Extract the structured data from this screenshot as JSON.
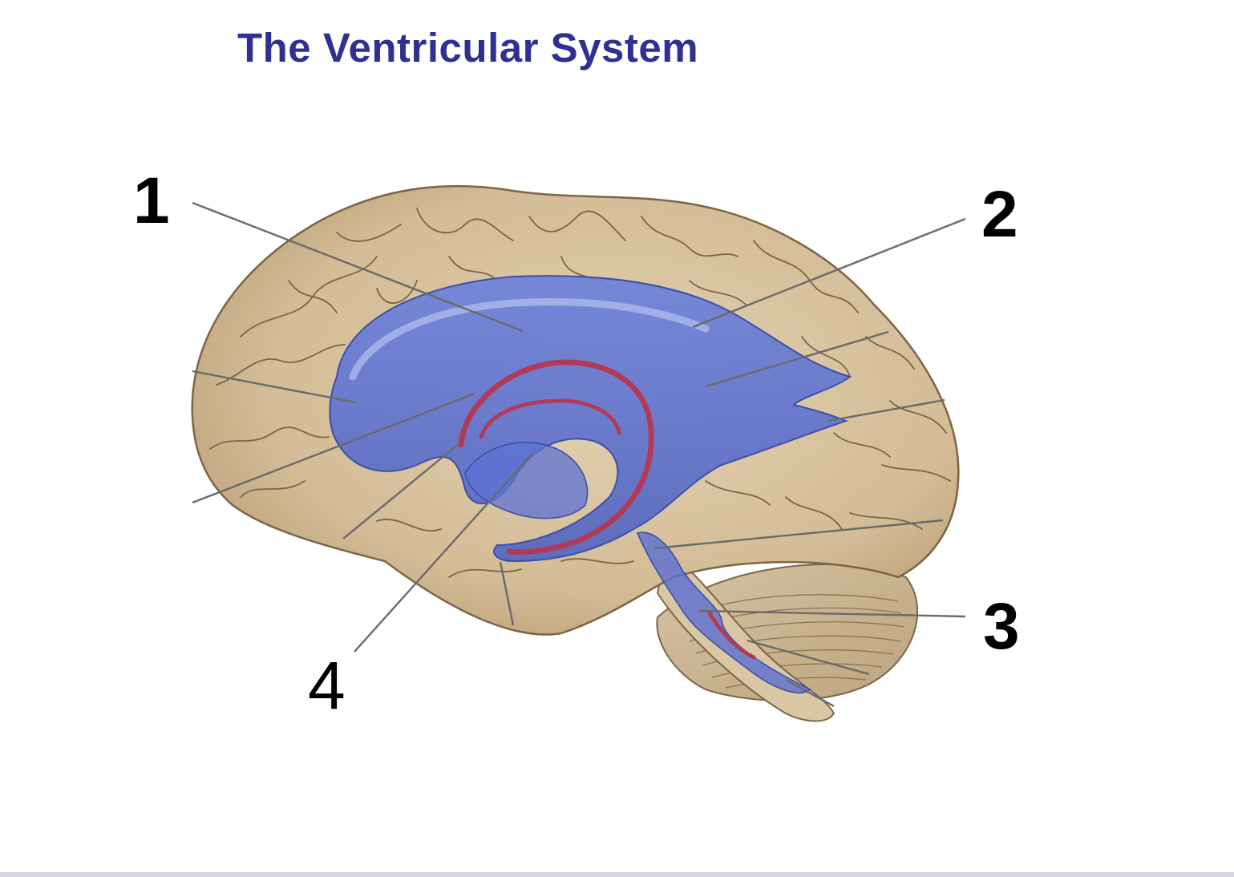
{
  "title": "The Ventricular System",
  "labels": [
    "1",
    "2",
    "3",
    "4"
  ],
  "colors": {
    "title": "#2f3192",
    "brain_tissue": "#d8c3a0",
    "sulci": "#7c6547",
    "ventricles": "#5a6fd0",
    "choroid_plexus": "#b23a57",
    "leader_lines": "#6a6a6a"
  }
}
